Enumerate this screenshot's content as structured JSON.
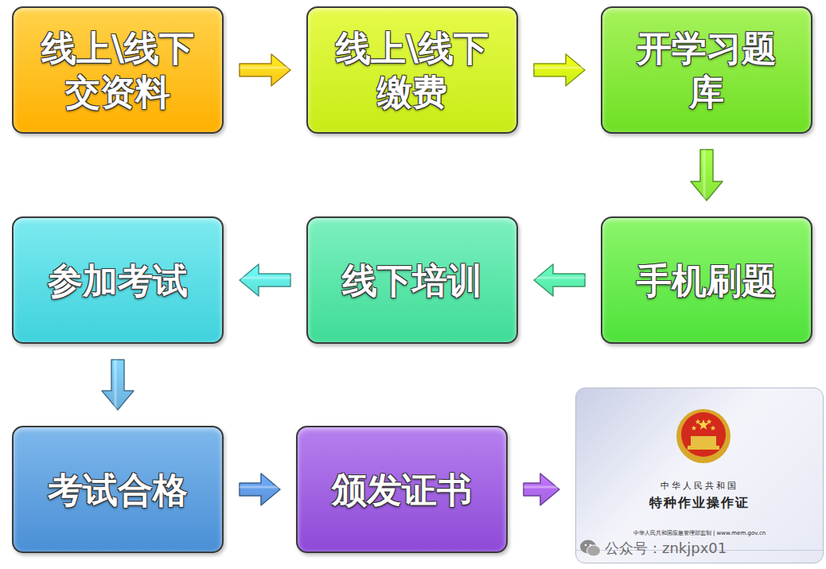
{
  "diagram": {
    "nodes": [
      {
        "text": [
          "线上\\线下 交资料"
        ]
      },
      {
        "text": [
          "线上\\线下 缴费"
        ]
      },
      {
        "text": [
          "开学习题 库"
        ]
      },
      {
        "text": [
          "手机刷题"
        ]
      },
      {
        "text": [
          "线下培训"
        ]
      },
      {
        "text": [
          "参加考试"
        ]
      },
      {
        "text": [
          "考试合格"
        ]
      },
      {
        "text": [
          "颁发证书"
        ]
      },
      {
        "text": [
          "中华人民共和国",
          "特种作业操作证",
          "中华人民共和国应急管理部监制 | www.mem.gov.cn"
        ]
      }
    ],
    "edges": [
      {
        "from": 0,
        "to": 1,
        "arrow": "to"
      },
      {
        "from": 1,
        "to": 2,
        "arrow": "to"
      },
      {
        "from": 2,
        "to": 3,
        "arrow": "to"
      },
      {
        "from": 3,
        "to": 4,
        "arrow": "to"
      },
      {
        "from": 4,
        "to": 5,
        "arrow": "to"
      },
      {
        "from": 5,
        "to": 6,
        "arrow": "to"
      },
      {
        "from": 6,
        "to": 7,
        "arrow": "to"
      },
      {
        "from": 7,
        "to": 8,
        "arrow": "to"
      }
    ],
    "labels": [
      "公众号：znkjpx01"
    ]
  }
}
